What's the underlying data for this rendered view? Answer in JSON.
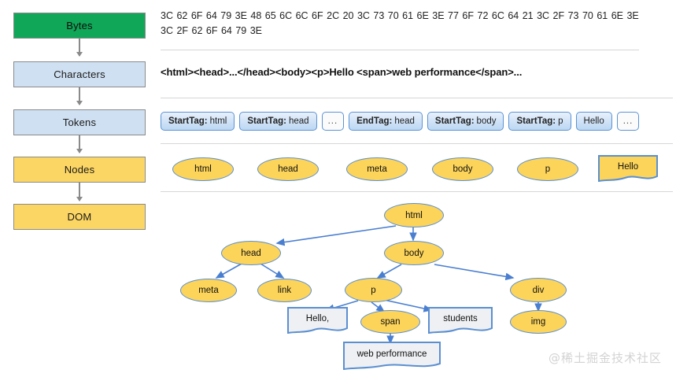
{
  "pipeline": {
    "steps": [
      {
        "label": "Bytes",
        "color": "#10a758",
        "style": "green"
      },
      {
        "label": "Characters",
        "color": "#cfe0f2",
        "style": "blue"
      },
      {
        "label": "Tokens",
        "color": "#cfe0f2",
        "style": "blue"
      },
      {
        "label": "Nodes",
        "color": "#fcd664",
        "style": "yellow"
      },
      {
        "label": "DOM",
        "color": "#fcd664",
        "style": "yellow"
      }
    ]
  },
  "bytes_row": {
    "text": "3C 62 6F 64 79 3E 48 65 6C 6C 6F 2C 20 3C 73 70 61 6E 3E 77 6F 72 6C 64 21 3C 2F 73 70 61 6E 3E 3C 2F 62 6F 64 79 3E"
  },
  "characters_row": {
    "text": "<html><head>...</head><body><p>Hello <span>web performance</span>..."
  },
  "tokens_row": {
    "tokens": [
      {
        "prefix": "StartTag:",
        "value": "html",
        "kind": "tag"
      },
      {
        "prefix": "StartTag:",
        "value": "head",
        "kind": "tag"
      },
      {
        "prefix": "",
        "value": "...",
        "kind": "ellipsis"
      },
      {
        "prefix": "EndTag:",
        "value": "head",
        "kind": "tag"
      },
      {
        "prefix": "StartTag:",
        "value": "body",
        "kind": "tag"
      },
      {
        "prefix": "StartTag:",
        "value": "p",
        "kind": "tag"
      },
      {
        "prefix": "",
        "value": "Hello",
        "kind": "text"
      },
      {
        "prefix": "",
        "value": "...",
        "kind": "ellipsis"
      }
    ]
  },
  "nodes_row": {
    "nodes": [
      {
        "label": "html",
        "shape": "ellipse"
      },
      {
        "label": "head",
        "shape": "ellipse"
      },
      {
        "label": "meta",
        "shape": "ellipse"
      },
      {
        "label": "body",
        "shape": "ellipse"
      },
      {
        "label": "p",
        "shape": "ellipse"
      },
      {
        "label": "Hello",
        "shape": "note"
      }
    ]
  },
  "dom_tree": {
    "nodes": [
      {
        "id": "html",
        "label": "html",
        "shape": "ellipse"
      },
      {
        "id": "head",
        "label": "head",
        "shape": "ellipse"
      },
      {
        "id": "body",
        "label": "body",
        "shape": "ellipse"
      },
      {
        "id": "meta",
        "label": "meta",
        "shape": "ellipse"
      },
      {
        "id": "link",
        "label": "link",
        "shape": "ellipse"
      },
      {
        "id": "p",
        "label": "p",
        "shape": "ellipse"
      },
      {
        "id": "div",
        "label": "div",
        "shape": "ellipse"
      },
      {
        "id": "hello",
        "label": "Hello,",
        "shape": "note"
      },
      {
        "id": "span",
        "label": "span",
        "shape": "ellipse"
      },
      {
        "id": "students",
        "label": "students",
        "shape": "note"
      },
      {
        "id": "img",
        "label": "img",
        "shape": "ellipse"
      },
      {
        "id": "webperf",
        "label": "web performance",
        "shape": "note"
      }
    ],
    "edges": [
      {
        "from": "html",
        "to": "head"
      },
      {
        "from": "html",
        "to": "body"
      },
      {
        "from": "head",
        "to": "meta"
      },
      {
        "from": "head",
        "to": "link"
      },
      {
        "from": "body",
        "to": "p"
      },
      {
        "from": "body",
        "to": "div"
      },
      {
        "from": "p",
        "to": "hello"
      },
      {
        "from": "p",
        "to": "span"
      },
      {
        "from": "p",
        "to": "students"
      },
      {
        "from": "div",
        "to": "img"
      },
      {
        "from": "span",
        "to": "webperf"
      }
    ]
  },
  "watermark": {
    "text": "@稀土掘金技术社区"
  },
  "colors": {
    "node_fill": "#fcd45a",
    "node_border": "#5b8fd0",
    "token_border": "#5b93d6",
    "bytes_box": "#10a758",
    "chars_box": "#cfe0f2",
    "nodes_box": "#fcd664",
    "arrow": "#8a8a8a",
    "tree_edge": "#4a7fd0",
    "separator": "#d6d6d6",
    "note_fill": "#eef0f3"
  }
}
